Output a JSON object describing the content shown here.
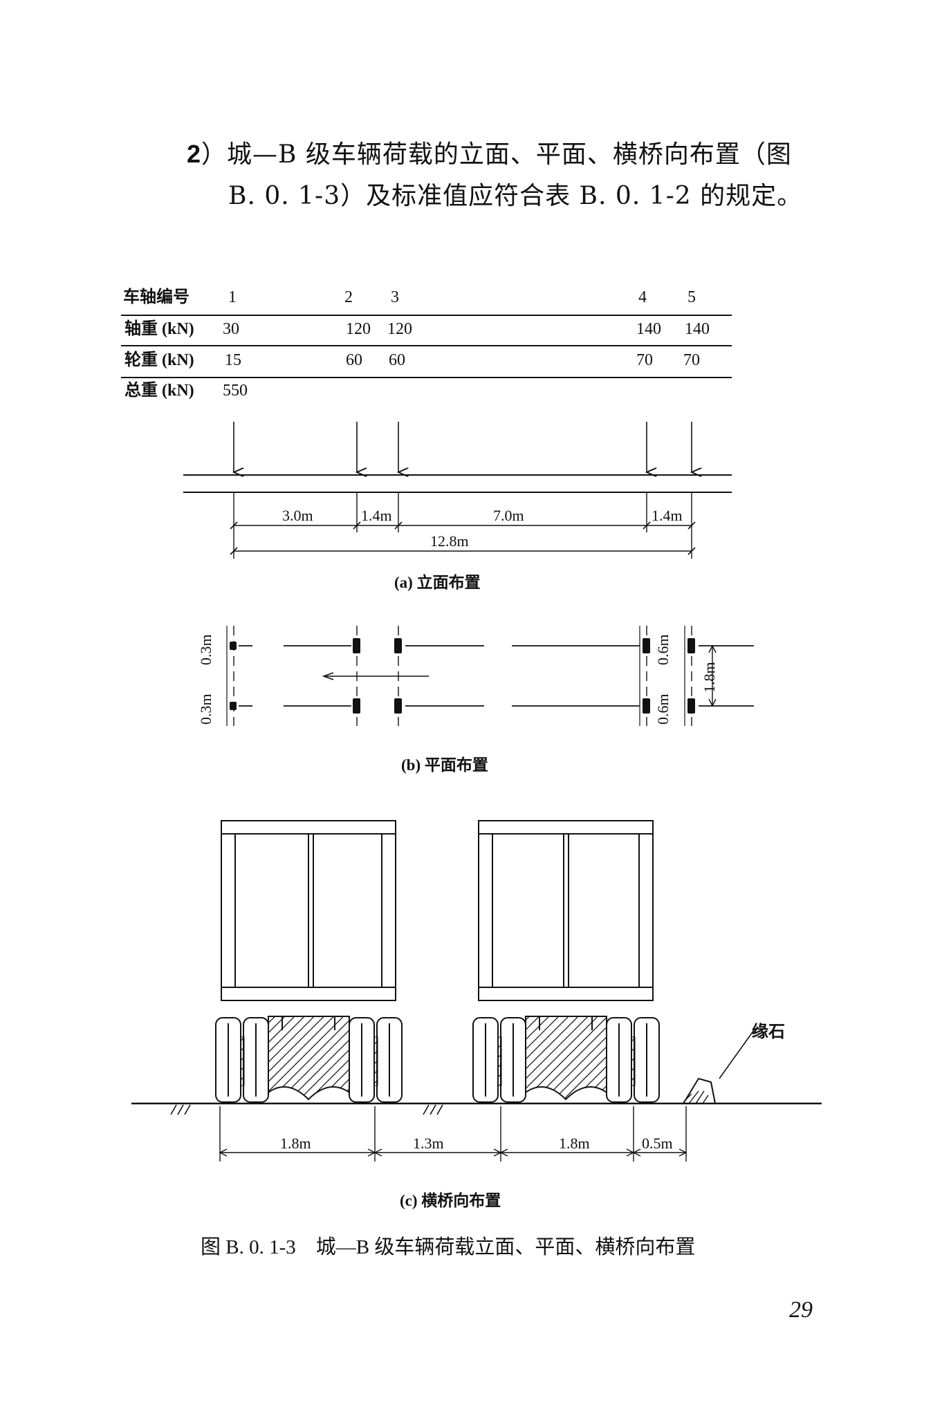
{
  "section": {
    "number": "2",
    "line1": "）城—B 级车辆荷载的立面、平面、横桥向布置（图",
    "line2": "B. 0. 1-3）及标准值应符合表 B. 0. 1-2 的规定。"
  },
  "table": {
    "header_label": "车轴编号",
    "rows": [
      {
        "label": "轴重 (kN)",
        "values": [
          "30",
          "120",
          "120",
          "140",
          "140"
        ]
      },
      {
        "label": "轮重 (kN)",
        "values": [
          "15",
          "60",
          "60",
          "70",
          "70"
        ]
      },
      {
        "label": "总重 (kN)",
        "values": [
          "550"
        ]
      }
    ],
    "axle_numbers": [
      "1",
      "2",
      "3",
      "4",
      "5"
    ]
  },
  "elevation": {
    "dims": [
      "3.0m",
      "1.4m",
      "7.0m",
      "1.4m"
    ],
    "total": "12.8m",
    "caption": "(a) 立面布置"
  },
  "plan": {
    "left_dims": [
      "0.3m",
      "0.3m"
    ],
    "right_dims": [
      "0.6m",
      "0.6m"
    ],
    "track_width": "1.8m",
    "caption": "(b) 平面布置"
  },
  "transverse": {
    "curb_label": "缘石",
    "dims": [
      "1.8m",
      "1.3m",
      "1.8m",
      "0.5m"
    ],
    "caption": "(c) 横桥向布置"
  },
  "figure_caption": "图 B. 0. 1-3　城—B 级车辆荷载立面、平面、横桥向布置",
  "page_number": "29"
}
